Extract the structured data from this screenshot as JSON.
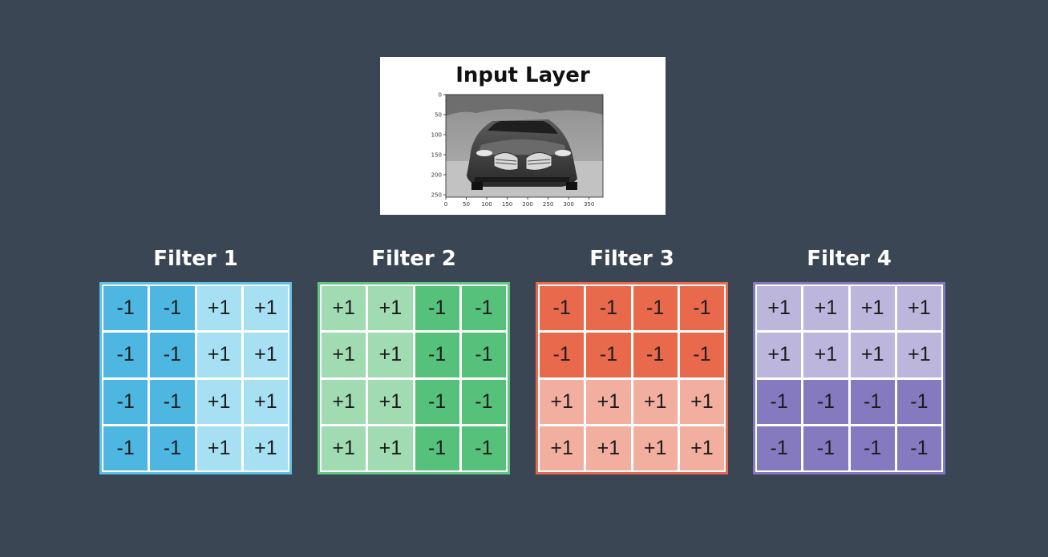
{
  "input_layer": {
    "title": "Input Layer",
    "y_ticks": [
      "0",
      "50",
      "100",
      "150",
      "200",
      "250"
    ],
    "x_ticks": [
      "0",
      "50",
      "100",
      "150",
      "200",
      "250",
      "300",
      "350"
    ]
  },
  "colors": {
    "background": "#3a4654",
    "blue_dark": "#4db6e1",
    "blue_light": "#a6e0f2",
    "blue_border": "#5bc3ea",
    "green_dark": "#56c17a",
    "green_light": "#a0dbb2",
    "green_border": "#62c685",
    "red_dark": "#e8694c",
    "red_light": "#f2afa0",
    "red_border": "#e8694c",
    "purple_dark": "#857ac0",
    "purple_light": "#bcb5dc",
    "purple_border": "#857ac0"
  },
  "filters": [
    {
      "title": "Filter 1",
      "cells": [
        [
          "-1",
          "-1",
          "+1",
          "+1"
        ],
        [
          "-1",
          "-1",
          "+1",
          "+1"
        ],
        [
          "-1",
          "-1",
          "+1",
          "+1"
        ],
        [
          "-1",
          "-1",
          "+1",
          "+1"
        ]
      ]
    },
    {
      "title": "Filter 2",
      "cells": [
        [
          "+1",
          "+1",
          "-1",
          "-1"
        ],
        [
          "+1",
          "+1",
          "-1",
          "-1"
        ],
        [
          "+1",
          "+1",
          "-1",
          "-1"
        ],
        [
          "+1",
          "+1",
          "-1",
          "-1"
        ]
      ]
    },
    {
      "title": "Filter 3",
      "cells": [
        [
          "-1",
          "-1",
          "-1",
          "-1"
        ],
        [
          "-1",
          "-1",
          "-1",
          "-1"
        ],
        [
          "+1",
          "+1",
          "+1",
          "+1"
        ],
        [
          "+1",
          "+1",
          "+1",
          "+1"
        ]
      ]
    },
    {
      "title": "Filter 4",
      "cells": [
        [
          "+1",
          "+1",
          "+1",
          "+1"
        ],
        [
          "+1",
          "+1",
          "+1",
          "+1"
        ],
        [
          "-1",
          "-1",
          "-1",
          "-1"
        ],
        [
          "-1",
          "-1",
          "-1",
          "-1"
        ]
      ]
    }
  ]
}
